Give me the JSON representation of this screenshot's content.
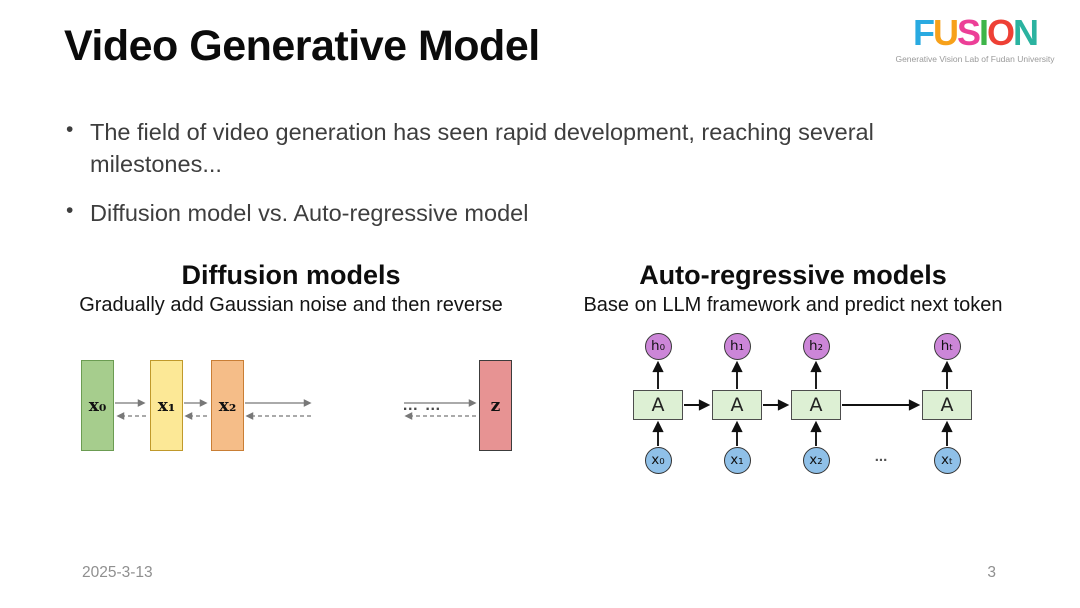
{
  "slide": {
    "title": "Video Generative Model",
    "footer": {
      "date": "2025-3-13",
      "page": "3"
    }
  },
  "logo": {
    "letters": [
      {
        "ch": "F",
        "color": "#29aae1"
      },
      {
        "ch": "U",
        "color": "#f7a11a"
      },
      {
        "ch": "S",
        "color": "#ec3f97"
      },
      {
        "ch": "I",
        "color": "#3eb549"
      },
      {
        "ch": "O",
        "color": "#ee4035"
      },
      {
        "ch": "N",
        "color": "#2bb3a0"
      }
    ],
    "tagline": "Generative Vision Lab of Fudan University"
  },
  "bullets": {
    "items": [
      "The field of video generation has seen rapid development, reaching several milestones...",
      "Diffusion model vs. Auto-regressive model"
    ]
  },
  "diffusion": {
    "heading": "Diffusion models",
    "subheading": "Gradually add Gaussian noise and then reverse",
    "rects": [
      {
        "label": "x₀",
        "fill": "#a6cd8d",
        "border": "#6b9c52"
      },
      {
        "label": "x₁",
        "fill": "#fce896",
        "border": "#c0992b"
      },
      {
        "label": "x₂",
        "fill": "#f5bd88",
        "border": "#c97e35"
      },
      {
        "label": "z",
        "fill": "#e79393",
        "border": "#3c3c3c"
      }
    ],
    "dots": "… …",
    "arrow_color": "#787878"
  },
  "autoregressive": {
    "heading": "Auto-regressive models",
    "subheading": "Base on LLM framework and predict next token",
    "hidden_nodes": [
      {
        "label": "h₀"
      },
      {
        "label": "h₁"
      },
      {
        "label": "h₂"
      },
      {
        "label": "hₜ"
      }
    ],
    "cells": [
      {
        "label": "A"
      },
      {
        "label": "A"
      },
      {
        "label": "A"
      },
      {
        "label": "A"
      }
    ],
    "input_nodes": [
      {
        "label": "x₀"
      },
      {
        "label": "x₁"
      },
      {
        "label": "x₂"
      },
      {
        "label": "xₜ"
      }
    ],
    "dots": "...",
    "colors": {
      "hidden_fill": "#cc86d8",
      "hidden_border": "#3a3a3a",
      "cell_fill": "#ddf0d4",
      "cell_border": "#4d4d4d",
      "input_fill": "#8fc0e8",
      "input_border": "#333333",
      "arrow": "#111111"
    }
  }
}
